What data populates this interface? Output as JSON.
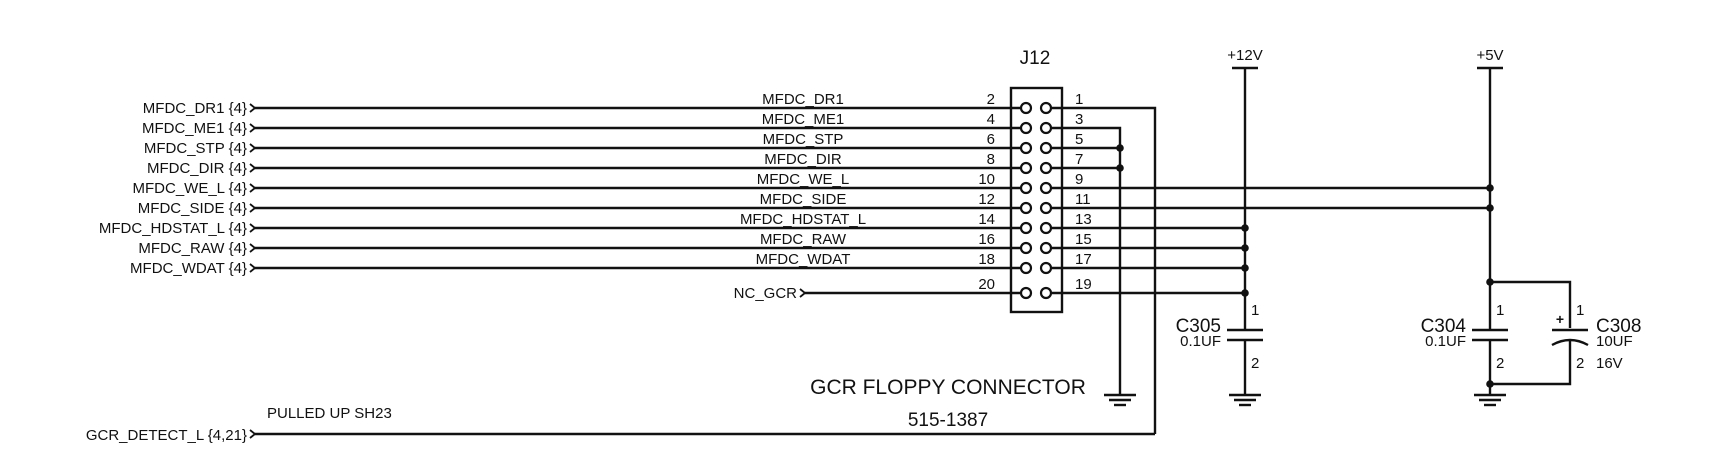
{
  "connector": {
    "ref": "J12",
    "title": "GCR FLOPPY CONNECTOR",
    "part_number": "515-1387",
    "pin_rows": [
      {
        "even": "2",
        "odd": "1"
      },
      {
        "even": "4",
        "odd": "3"
      },
      {
        "even": "6",
        "odd": "5"
      },
      {
        "even": "8",
        "odd": "7"
      },
      {
        "even": "10",
        "odd": "9"
      },
      {
        "even": "12",
        "odd": "11"
      },
      {
        "even": "14",
        "odd": "13"
      },
      {
        "even": "16",
        "odd": "15"
      },
      {
        "even": "18",
        "odd": "17"
      },
      {
        "even": "20",
        "odd": "19"
      }
    ]
  },
  "offpage_nets": [
    "MFDC_DR1 {4}",
    "MFDC_ME1 {4}",
    "MFDC_STP {4}",
    "MFDC_DIR {4}",
    "MFDC_WE_L {4}",
    "MFDC_SIDE {4}",
    "MFDC_HDSTAT_L {4}",
    "MFDC_RAW {4}",
    "MFDC_WDAT {4}"
  ],
  "wire_labels": [
    "MFDC_DR1",
    "MFDC_ME1",
    "MFDC_STP",
    "MFDC_DIR",
    "MFDC_WE_L",
    "MFDC_SIDE",
    "MFDC_HDSTAT_L",
    "MFDC_RAW",
    "MFDC_WDAT"
  ],
  "nc_label": "NC_GCR",
  "detect_net": "GCR_DETECT_L {4,21}",
  "note": "PULLED UP SH23",
  "power": {
    "v12": "+12V",
    "v5": "+5V"
  },
  "capacitors": {
    "c305": {
      "ref": "C305",
      "value": "0.1UF",
      "pin1": "1",
      "pin2": "2"
    },
    "c304": {
      "ref": "C304",
      "value": "0.1UF",
      "pin1": "1",
      "pin2": "2"
    },
    "c308": {
      "ref": "C308",
      "value": "10UF",
      "voltage": "16V",
      "pin1": "1",
      "pin2": "2",
      "polarity": "+"
    }
  }
}
